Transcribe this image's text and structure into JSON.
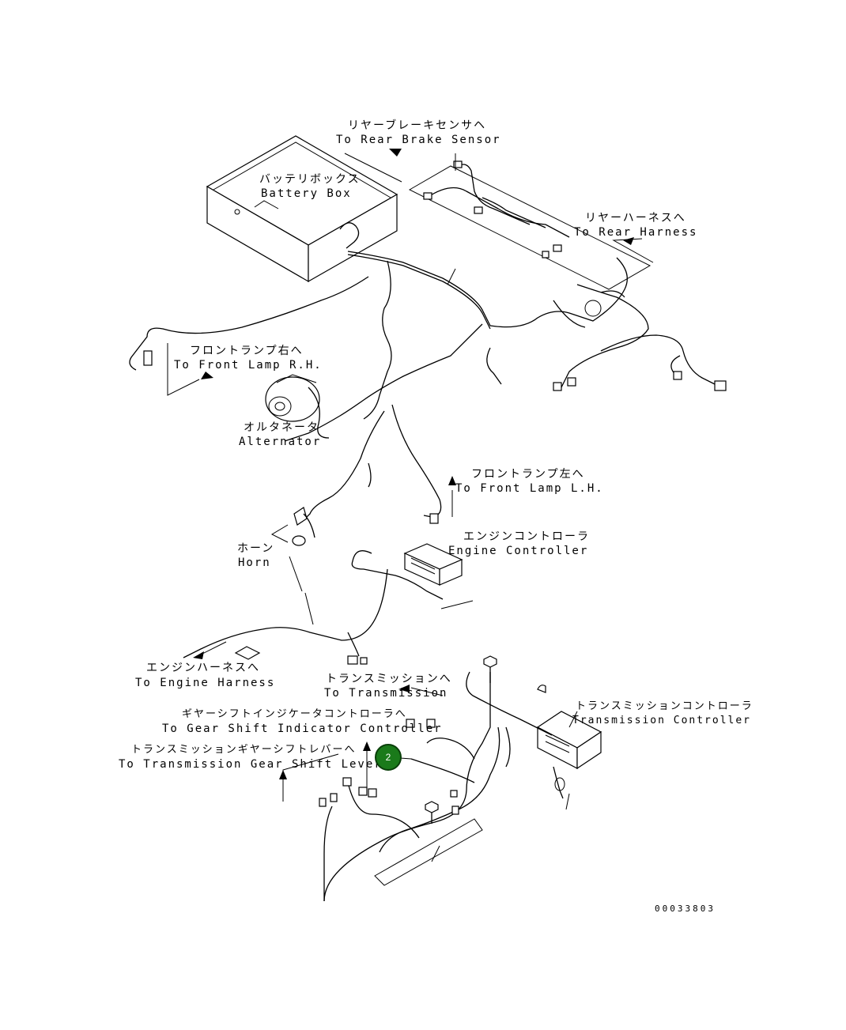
{
  "labels": {
    "rear_brake_sensor": {
      "jp": "リヤーブレーキセンサヘ",
      "en": "To Rear Brake Sensor"
    },
    "battery_box": {
      "jp": "バッテリボックス",
      "en": "Battery Box"
    },
    "rear_harness": {
      "jp": "リヤーハーネスへ",
      "en": "To Rear Harness"
    },
    "front_lamp_rh": {
      "jp": "フロントランプ右へ",
      "en": "To Front Lamp R.H."
    },
    "alternator": {
      "jp": "オルタネータ",
      "en": "Alternator"
    },
    "front_lamp_lh": {
      "jp": "フロントランプ左へ",
      "en": "To Front Lamp L.H."
    },
    "horn": {
      "jp": "ホーン",
      "en": "Horn"
    },
    "engine_controller": {
      "jp": "エンジンコントローラ",
      "en": "Engine Controller"
    },
    "engine_harness": {
      "jp": "エンジンハーネスへ",
      "en": "To Engine Harness"
    },
    "transmission": {
      "jp": "トランスミッションへ",
      "en": "To Transmission"
    },
    "transmission_controller": {
      "jp": "トランスミッションコントローラ",
      "en": "Transmission Controller"
    },
    "gear_shift_indicator": {
      "jp": "ギヤーシフトインジケータコントローラへ",
      "en": "To Gear Shift Indicator Controller"
    },
    "gear_shift_lever": {
      "jp": "トランスミッションギヤーシフトレバーへ",
      "en": "To Transmission Gear Shift Lever"
    }
  },
  "callout": {
    "number": "2",
    "color": "#1a7a1a"
  },
  "drawing_number": "00033803"
}
